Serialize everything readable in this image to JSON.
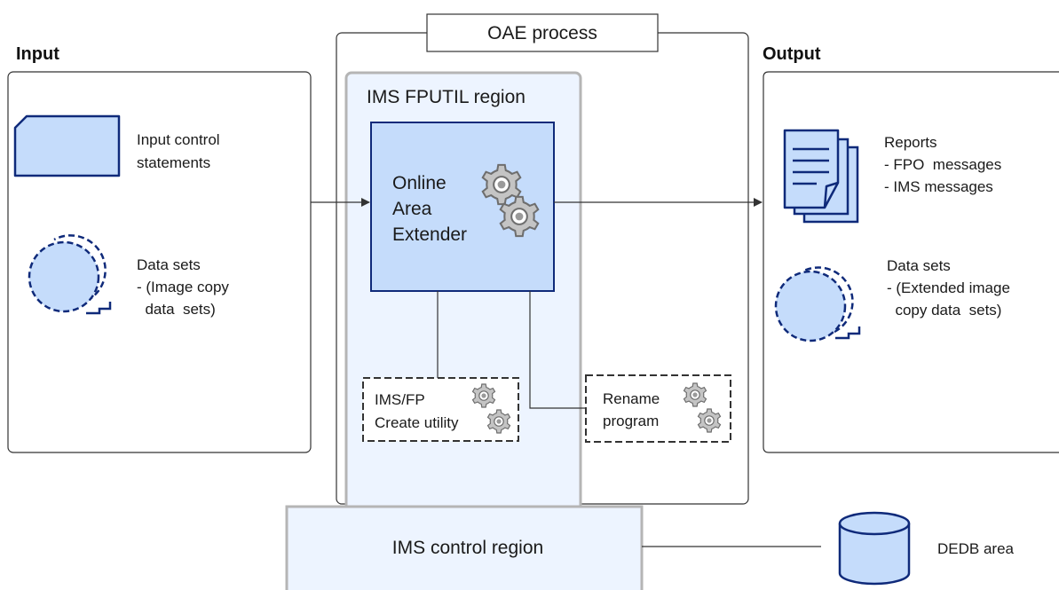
{
  "diagram": {
    "input": {
      "heading": "Input"
    },
    "output": {
      "heading": "Output"
    },
    "process": {
      "title": "OAE process"
    },
    "fputil_region": {
      "title": "IMS FPUTIL region"
    },
    "oae": {
      "line1": "Online",
      "line2": "Area",
      "line3": "Extender"
    },
    "create_utility": {
      "line1": "IMS/FP",
      "line2": "Create utility"
    },
    "rename_program": {
      "line1": "Rename",
      "line2": "program"
    },
    "control_region": {
      "title": "IMS control region"
    },
    "dedb": {
      "label": "DEDB area"
    },
    "input_items": {
      "control_statements": {
        "line1": "Input control",
        "line2": "statements"
      },
      "data_sets": {
        "line1": "Data sets",
        "line2": "- (Image copy",
        "line3": "  data  sets)"
      }
    },
    "output_items": {
      "reports": {
        "line1": "Reports",
        "line2": "- FPO  messages",
        "line3": "- IMS messages"
      },
      "data_sets": {
        "line1": "Data sets",
        "line2": "- (Extended image",
        "line3": "  copy data  sets)"
      }
    }
  },
  "colors": {
    "dark_blue": "#0f2a7a",
    "light_blue": "#c5dcfb",
    "pale_blue": "#edf4ff",
    "gray_border": "#b5b5b5",
    "line": "#333333"
  },
  "icons": [
    "gear-icon",
    "document-icon",
    "card-icon",
    "dataset-icon",
    "database-icon",
    "arrow-icon"
  ]
}
